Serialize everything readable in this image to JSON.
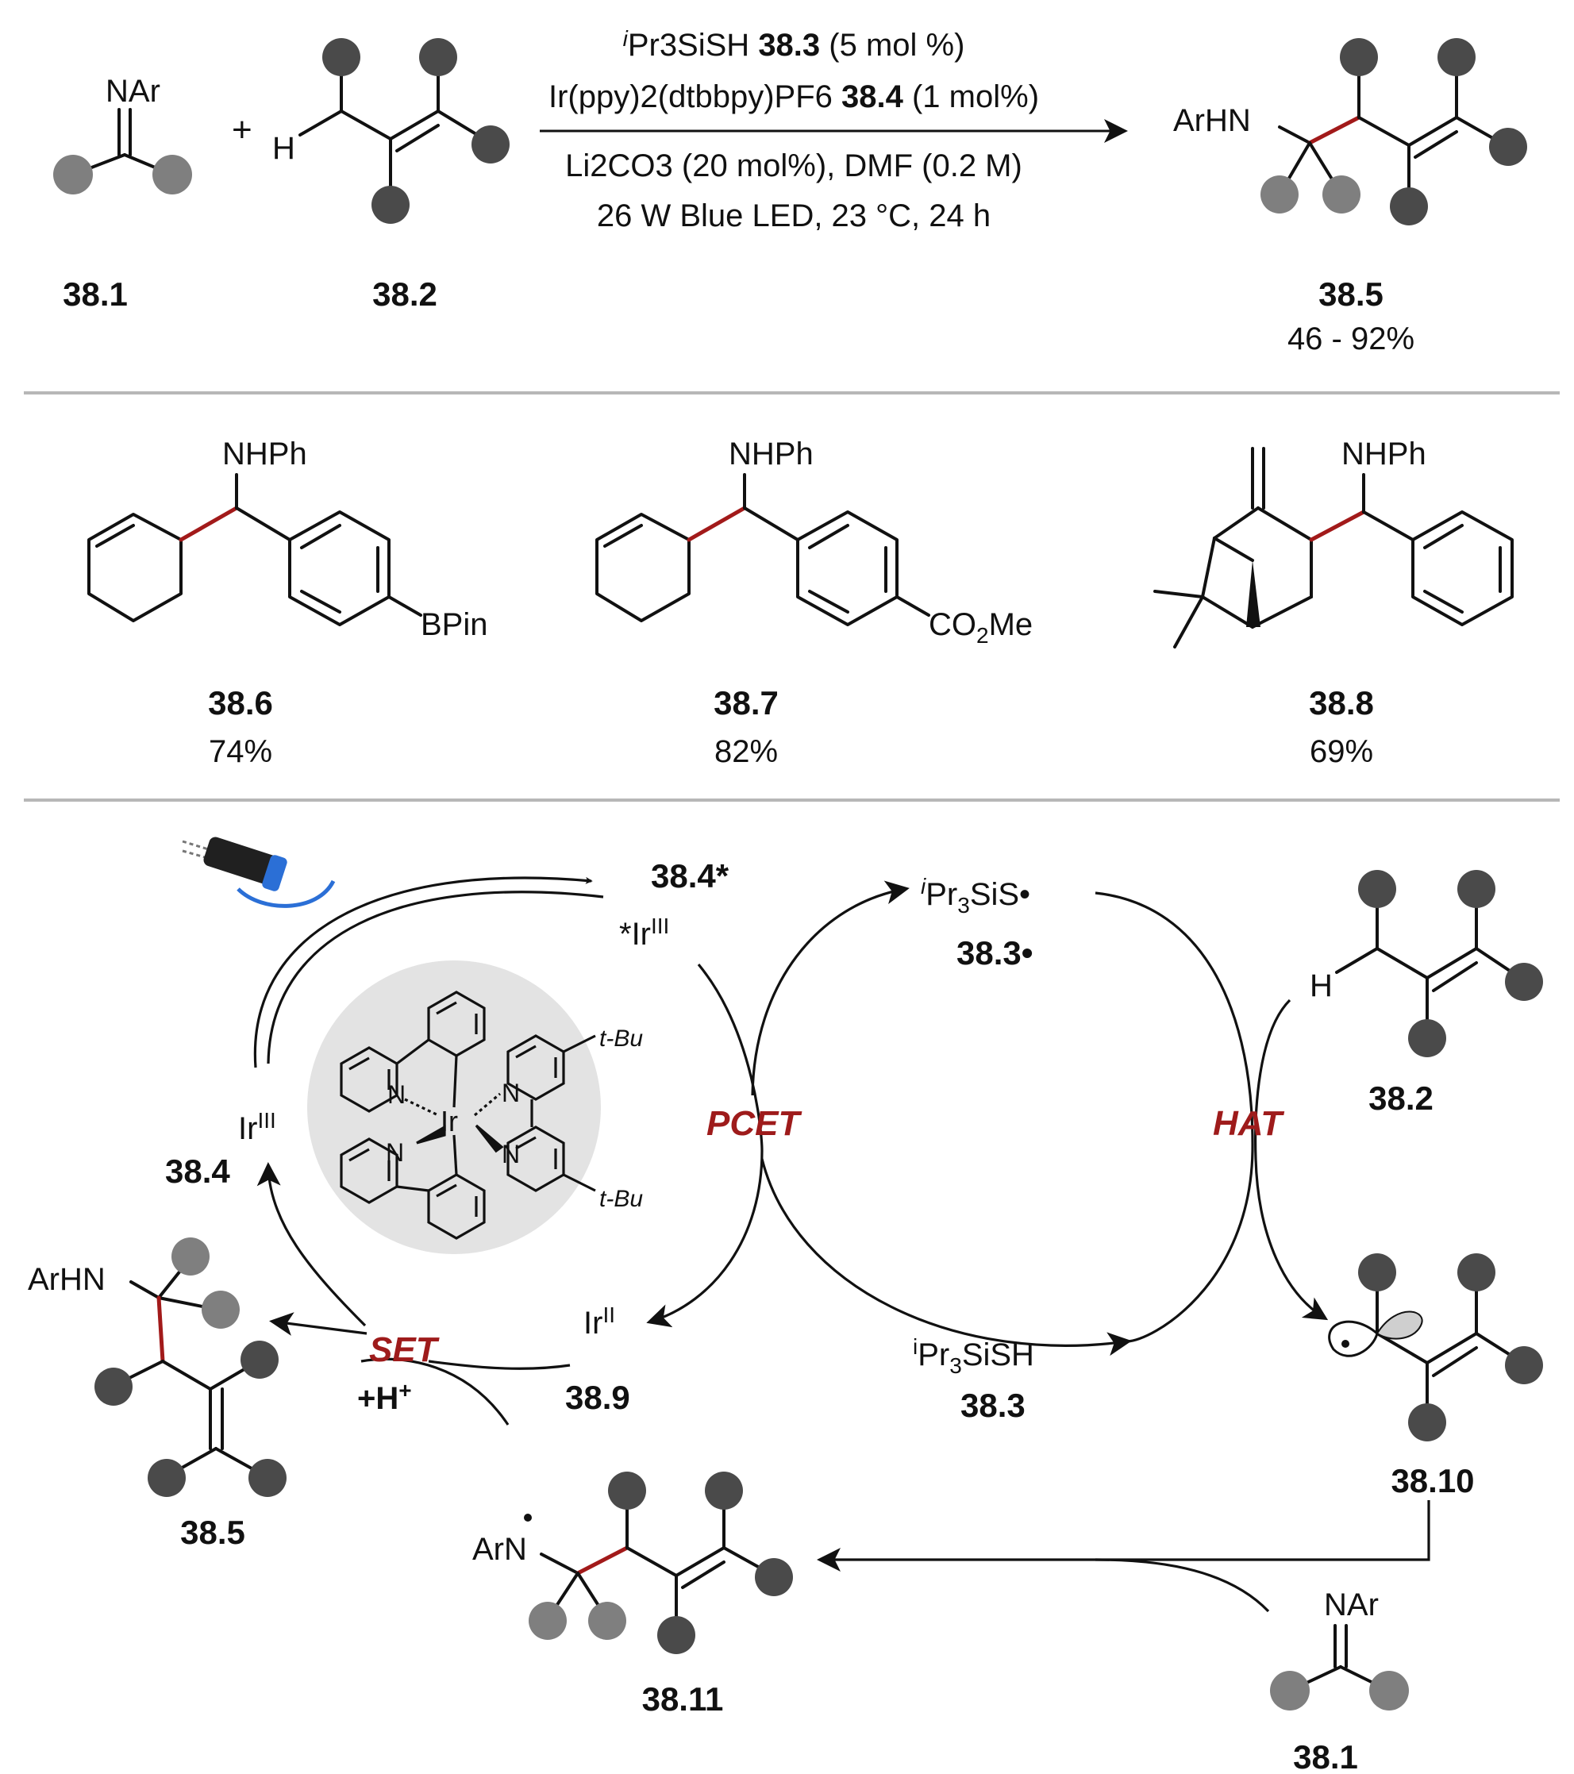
{
  "reaction": {
    "reactant_imine": {
      "id": "38.1",
      "label": "NAr"
    },
    "plus": "+",
    "reactant_alkene": {
      "id": "38.2",
      "label": "H"
    },
    "conditions": {
      "line1": {
        "pre": "i",
        "text": "Pr3SiSH ",
        "bold": "38.3",
        "post": " (5 mol %)"
      },
      "line2": {
        "text": "Ir(ppy)2(dtbbpy)PF6 ",
        "bold": "38.4",
        "post": " (1 mol%)"
      },
      "line3": "Li2CO3 (20 mol%), DMF (0.2 M)",
      "line4": "26 W Blue LED, 23 °C, 24 h"
    },
    "product": {
      "id": "38.5",
      "label": "ArHN",
      "yield": "46 - 92%"
    }
  },
  "examples": [
    {
      "id": "38.6",
      "yield": "74%",
      "amine": "NHPh",
      "substituent": "BPin"
    },
    {
      "id": "38.7",
      "yield": "82%",
      "amine": "NHPh",
      "substituent": "CO2Me"
    },
    {
      "id": "38.8",
      "yield": "69%",
      "amine": "NHPh"
    }
  ],
  "mechanism": {
    "excited": {
      "id": "38.4*",
      "label": "*IrIII"
    },
    "thiyl": {
      "label": "iPr3SiS•",
      "id": "38.3•"
    },
    "alkene": {
      "id": "38.2",
      "label": "H"
    },
    "ground": {
      "label": "IrIII",
      "id": "38.4"
    },
    "pcet": "PCET",
    "hat": "HAT",
    "set": "SET",
    "proton": "+H+",
    "reduced": {
      "label": "IrII",
      "id": "38.9"
    },
    "thiol": {
      "label": "iPr3SiSH",
      "id": "38.3"
    },
    "allyl_radical": {
      "id": "38.10"
    },
    "aminyl_radical": {
      "id": "38.11",
      "label": "ArN"
    },
    "product": {
      "id": "38.5",
      "label": "ArHN"
    },
    "imine": {
      "id": "38.1",
      "label": "NAr"
    },
    "catalyst": {
      "tbu_top": "t-Bu",
      "tbu_bottom": "t-Bu",
      "metal": "Ir",
      "n": "N"
    }
  },
  "colors": {
    "accent_red": "#9e1b1b",
    "dark_sub": "#4a4a4a",
    "light_sub": "#7f7f7f",
    "catalyst_bg": "#e3e3e3"
  }
}
